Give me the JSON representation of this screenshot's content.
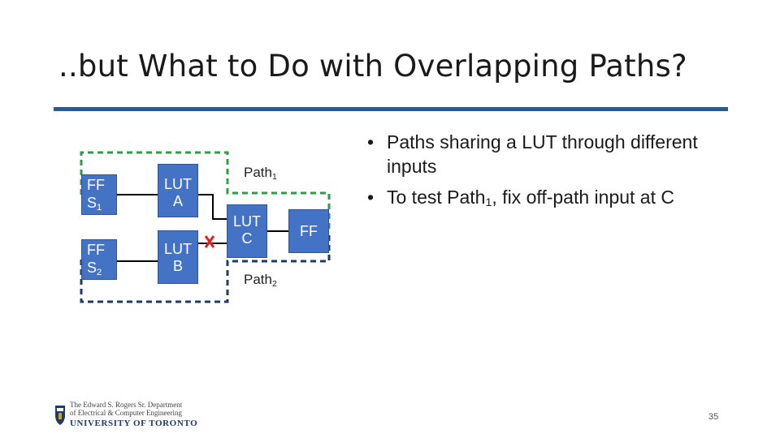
{
  "slide": {
    "title": "..but What to Do with Overlapping Paths?",
    "page_number": "35"
  },
  "diagram": {
    "ff_s1": {
      "name": "FF",
      "sub_base": "S",
      "sub": "1"
    },
    "ff_s2": {
      "name": "FF",
      "sub_base": "S",
      "sub": "2"
    },
    "lut_a": {
      "line1": "LUT",
      "line2": "A"
    },
    "lut_b": {
      "line1": "LUT",
      "line2": "B"
    },
    "lut_c": {
      "line1": "LUT",
      "line2": "C"
    },
    "ff_out": {
      "name": "FF"
    },
    "path1": {
      "base": "Path",
      "sub": "1"
    },
    "path2": {
      "base": "Path",
      "sub": "2"
    },
    "colors": {
      "box": "#4472c4",
      "path1": "#2e9e44",
      "path2": "#1f3b66",
      "cross": "#e02020"
    }
  },
  "bullets": [
    {
      "text": "Paths sharing a LUT through different inputs"
    },
    {
      "text_before": "To test Path",
      "sub": "1",
      "text_after": ", fix off-path input at C"
    }
  ],
  "logo": {
    "line1": "The Edward S. Rogers Sr. Department",
    "line2": "of Electrical & Computer Engineering",
    "line3": "UNIVERSITY OF TORONTO",
    "icon": "crest-icon"
  }
}
